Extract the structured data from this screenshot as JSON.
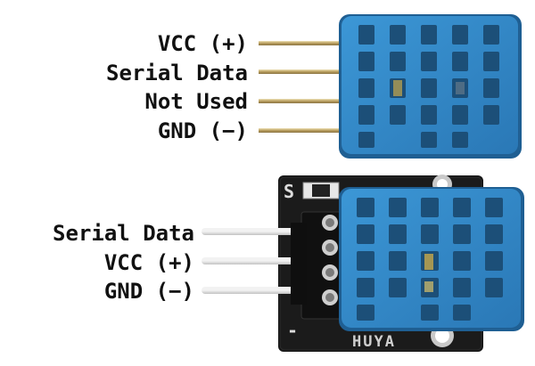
{
  "top_module": {
    "pin_labels": [
      "VCC (+)",
      "Serial Data",
      "Not Used",
      "GND (−)"
    ]
  },
  "bottom_module": {
    "pin_labels": [
      "Serial Data",
      "VCC (+)",
      "GND (−)"
    ],
    "silkscreen": {
      "signal_mark": "S",
      "minus_mark": "-",
      "brand": "HUYA"
    }
  },
  "colors": {
    "sensor_blue": "#2f86c6",
    "sensor_blue_dark": "#1f5f93",
    "pcb_black": "#151515",
    "pin_gold": "#c9b37a"
  }
}
